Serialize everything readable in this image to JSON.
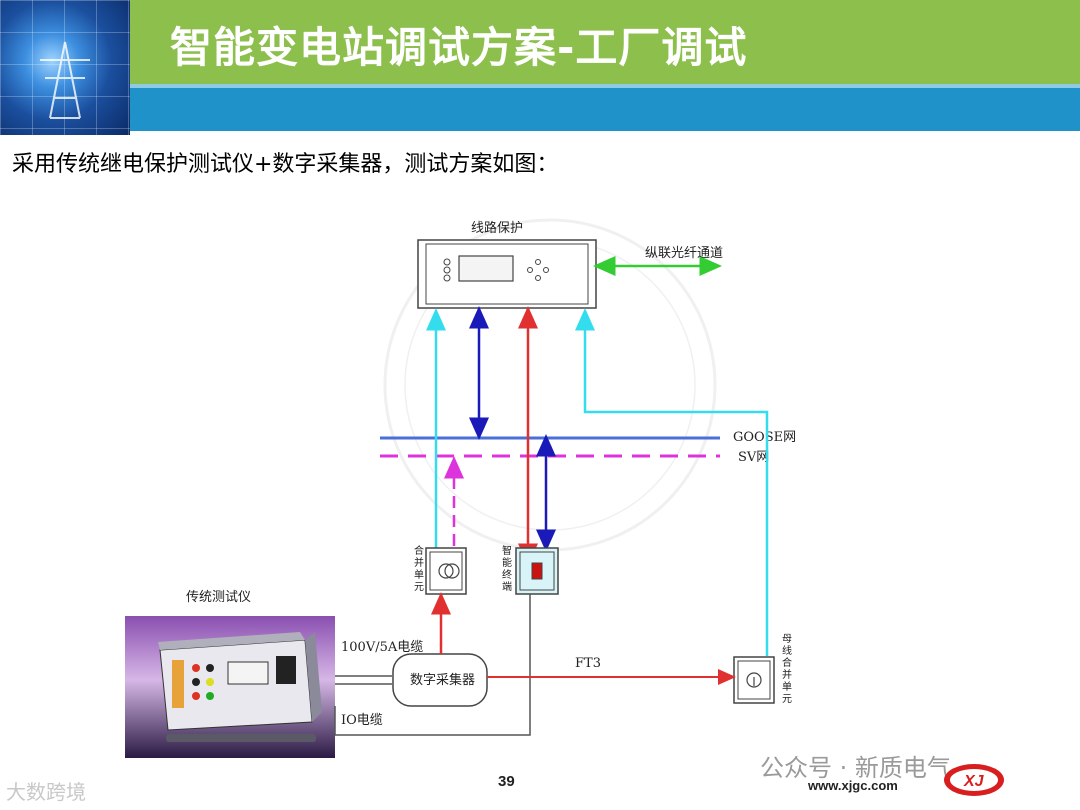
{
  "title": "智能变电站调试方案-工厂调试",
  "subtitle": "采用传统继电保护测试仪+数字采集器，测试方案如图：",
  "diagram": {
    "line_protection": "线路保护",
    "fiber_channel": "纵联光纤通道",
    "goose_net": "GOOSE网",
    "sv_net": "SV网",
    "merging_unit": [
      "合",
      "并",
      "单",
      "元"
    ],
    "smart_terminal": [
      "智",
      "能",
      "终",
      "端"
    ],
    "bus_merging_unit": [
      "母",
      "线",
      "合",
      "并",
      "单",
      "元"
    ],
    "tester_label": "传统测试仪",
    "cable_100v": "100V/5A电缆",
    "cable_io": "IO电缆",
    "digital_collector": "数字采集器",
    "ft3": "FT3"
  },
  "footer": {
    "page_number": "39",
    "website": "www.xjgc.com",
    "watermark_left": "大数跨境",
    "watermark_right": "公众号 · 新质电气",
    "logo_text": "XJ"
  },
  "colors": {
    "title_bar": "#8cbf4c",
    "blue_band": "#1f93c9",
    "cyan": "#33ddee",
    "blue": "#1a1ab8",
    "red": "#e03030",
    "magenta": "#dd33dd",
    "green": "#33cc33",
    "goose_line": "#4a6fd8",
    "sv_line": "#dd33dd"
  }
}
